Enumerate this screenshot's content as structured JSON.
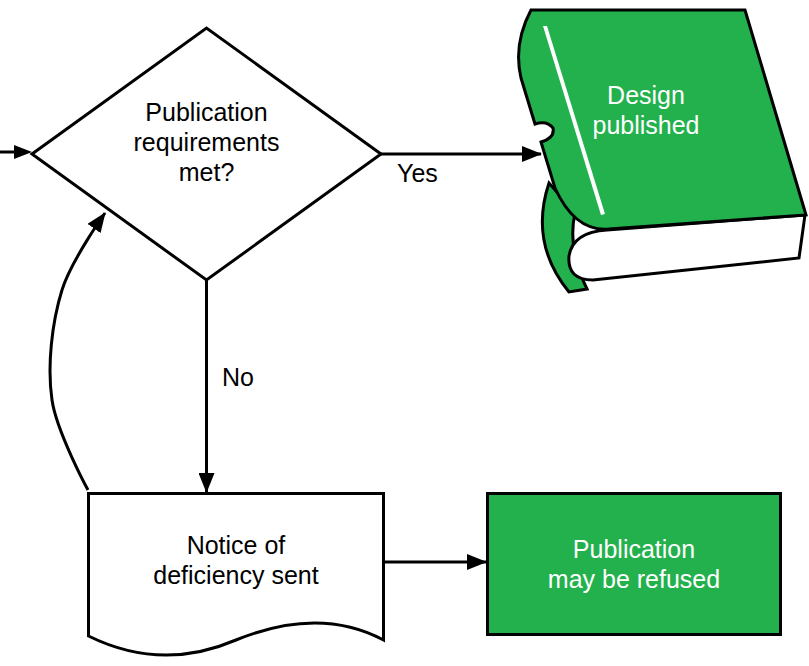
{
  "diagram": {
    "nodes": [
      {
        "text": [
          "Publication requirements met?"
        ]
      },
      {
        "text": [
          "Design published"
        ]
      },
      {
        "text": [
          "Notice of deficiency sent"
        ]
      },
      {
        "text": [
          "Publication may be refused"
        ]
      }
    ],
    "edges": [
      {
        "from": 0,
        "to": 1,
        "arrow": "to",
        "label": "Yes"
      },
      {
        "from": 0,
        "to": 2,
        "arrow": "to",
        "label": "No"
      },
      {
        "from": 2,
        "to": 0,
        "arrow": "to"
      },
      {
        "from": 2,
        "to": 3,
        "arrow": "to"
      }
    ]
  }
}
